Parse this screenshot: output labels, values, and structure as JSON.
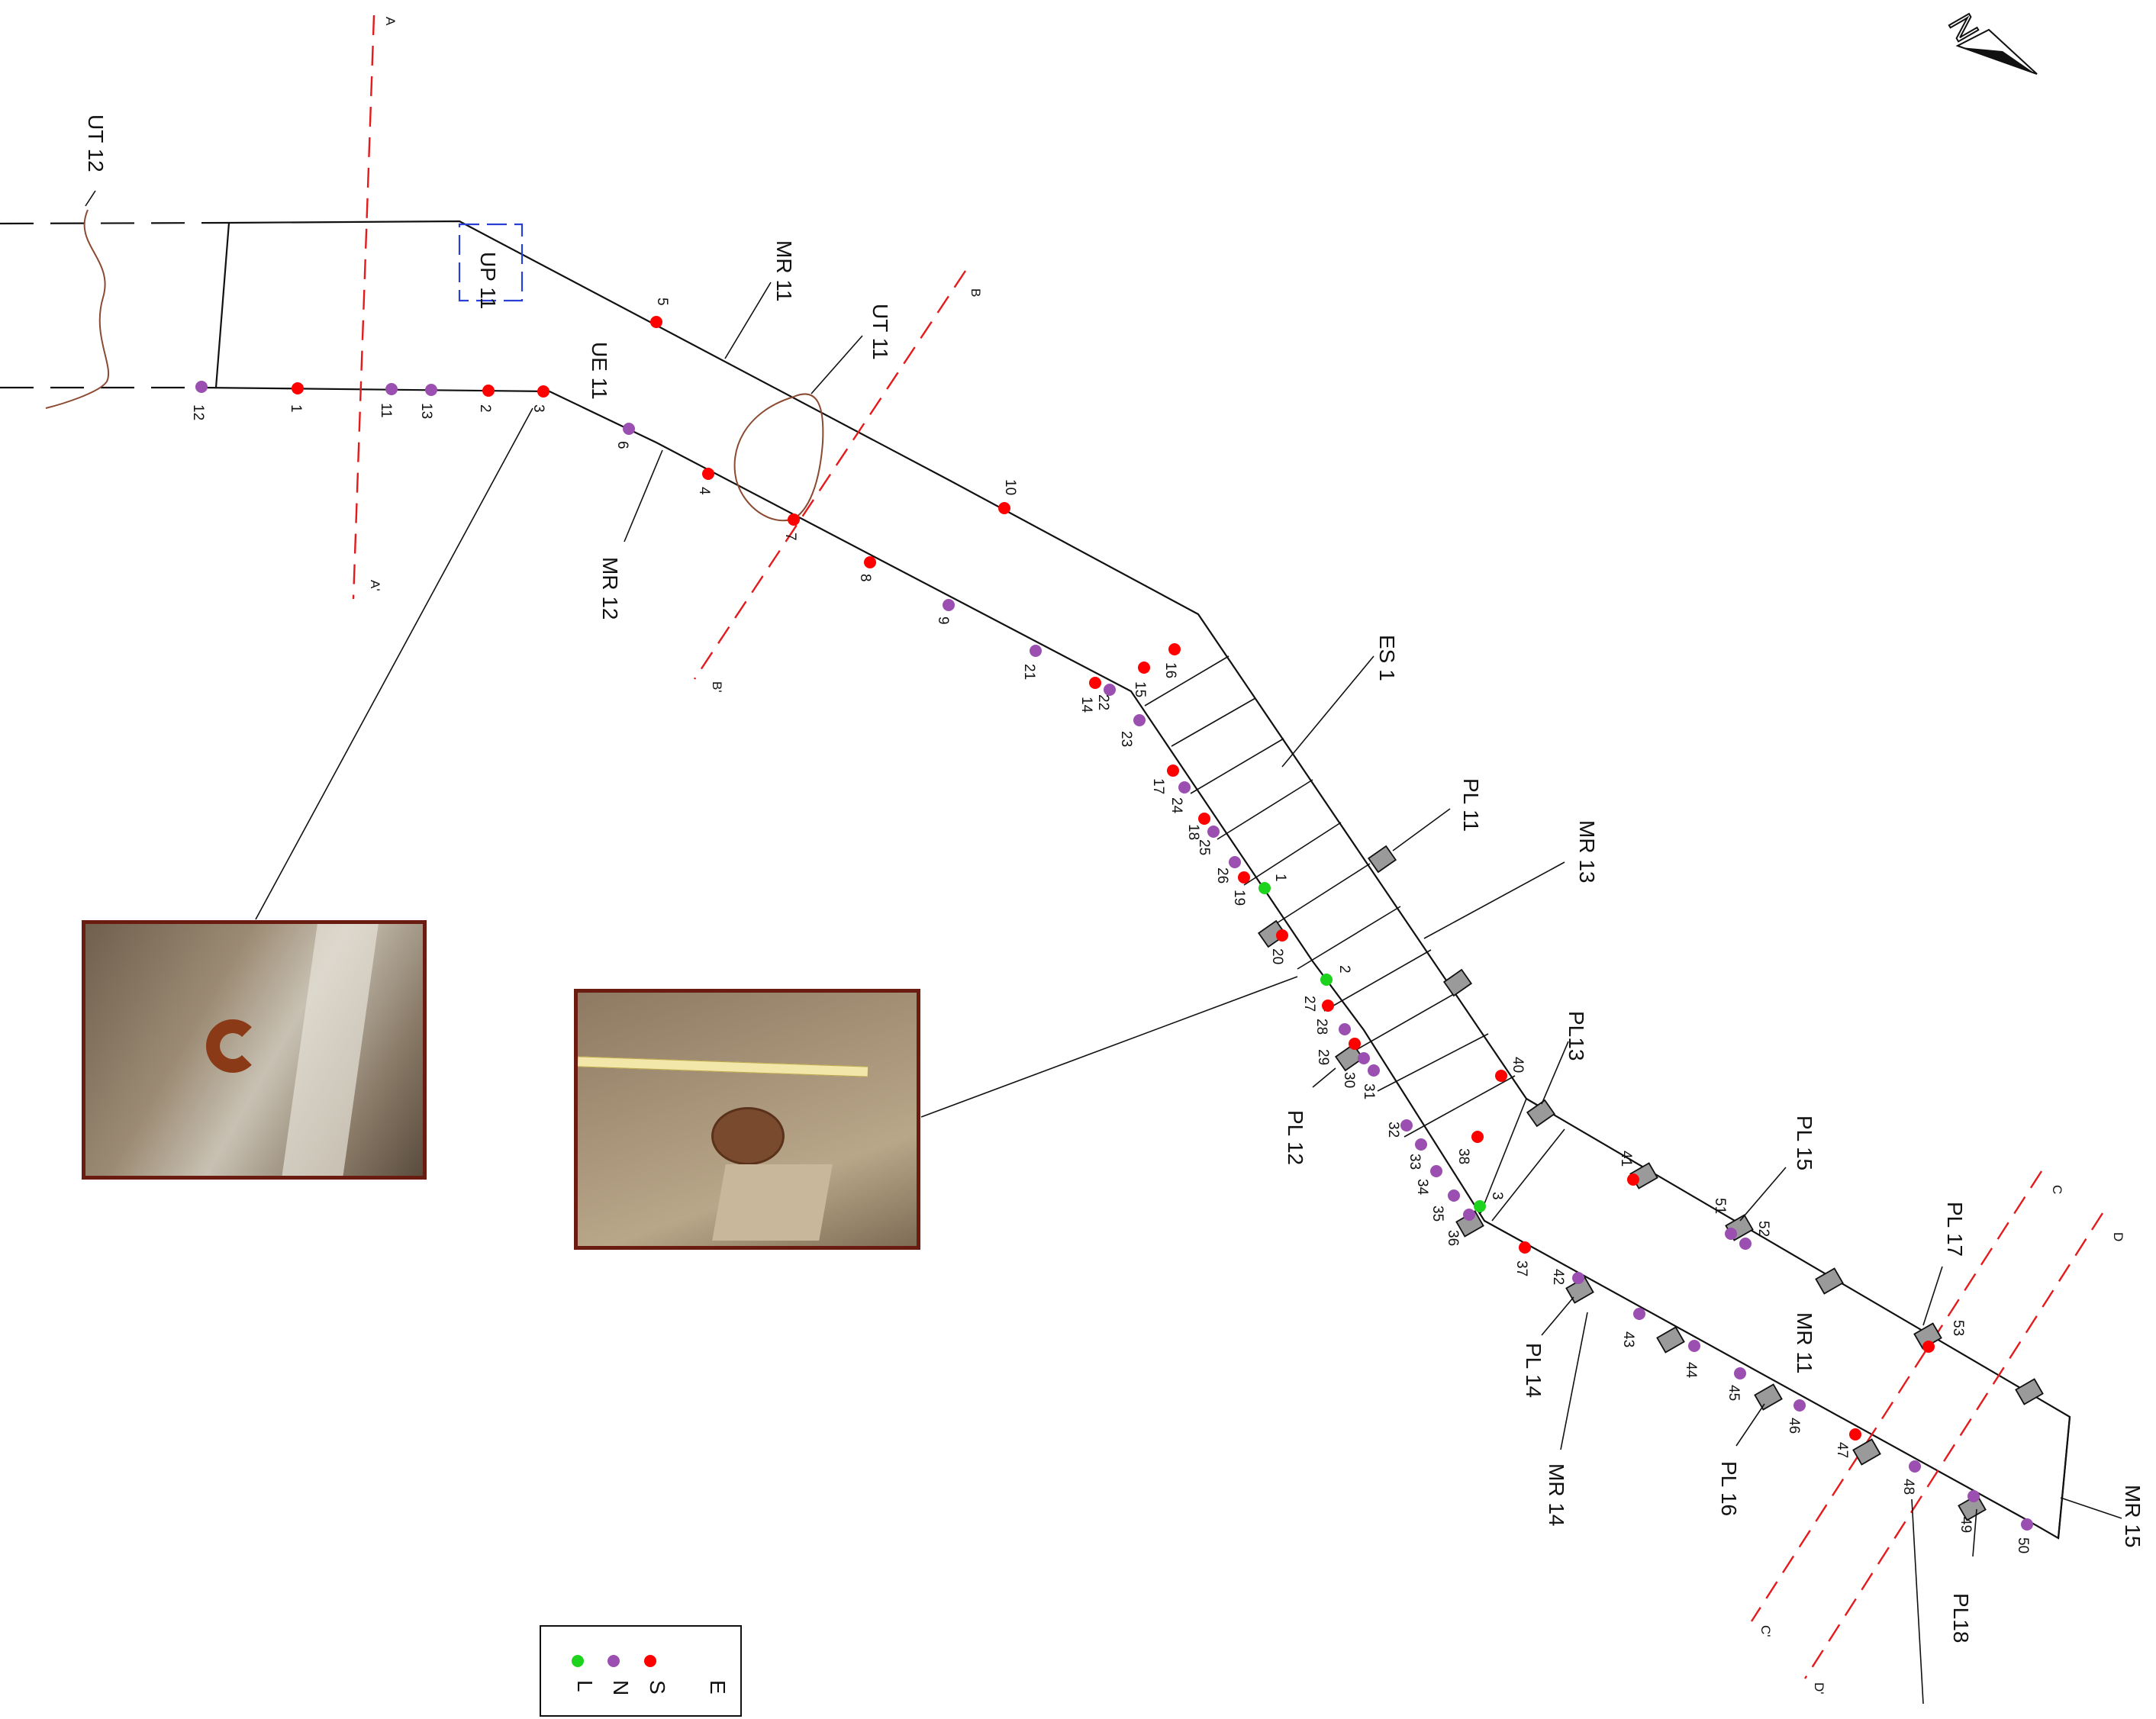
{
  "north_arrow": {
    "label": "N",
    "icon": "north-arrow-icon"
  },
  "colors": {
    "red": "#ff0000",
    "purple": "#9b4fb0",
    "green": "#1ed31e",
    "cut": "#e41a1c",
    "photo_border": "#6b1c10"
  },
  "sections": [
    "A",
    "A'",
    "B",
    "B'",
    "C",
    "C'",
    "D",
    "D'"
  ],
  "labels": {
    "ut12": "UT 12",
    "up11": "UP 11",
    "mr11_top": "MR 11",
    "ut11": "UT 11",
    "ue11": "UE 11",
    "mr12": "MR 12",
    "es1": "ES 1",
    "pl11": "PL 11",
    "mr13": "MR 13",
    "pl12": "PL 12",
    "pl13": "PL13",
    "pl15": "PL 15",
    "pl17": "PL 17",
    "mr11_bottom": "MR 11",
    "pl14": "PL 14",
    "mr14": "MR 14",
    "pl16": "PL 16",
    "pl18": "PL18",
    "mr15": "MR 15"
  },
  "points": {
    "red": [
      "1",
      "2",
      "3",
      "4",
      "5",
      "7",
      "8",
      "10",
      "14",
      "15",
      "16",
      "17",
      "18",
      "19",
      "20",
      "27",
      "29",
      "37",
      "38",
      "40",
      "41",
      "47",
      "53"
    ],
    "purple": [
      "6",
      "9",
      "11",
      "12",
      "13",
      "21",
      "22",
      "23",
      "24",
      "25",
      "26",
      "28",
      "30",
      "31",
      "32",
      "33",
      "34",
      "35",
      "36",
      "42",
      "43",
      "44",
      "45",
      "46",
      "48",
      "49",
      "50",
      "51",
      "52"
    ],
    "green": [
      "1",
      "2",
      "3"
    ]
  },
  "photos": [
    {
      "name": "photo-iron-ring",
      "alt": "metal ring find"
    },
    {
      "name": "photo-ceramic-find",
      "alt": "ceramic find with measuring tape"
    }
  ],
  "legend": {
    "col1": "E",
    "col2_letters": [
      "S",
      "N",
      "L"
    ]
  }
}
